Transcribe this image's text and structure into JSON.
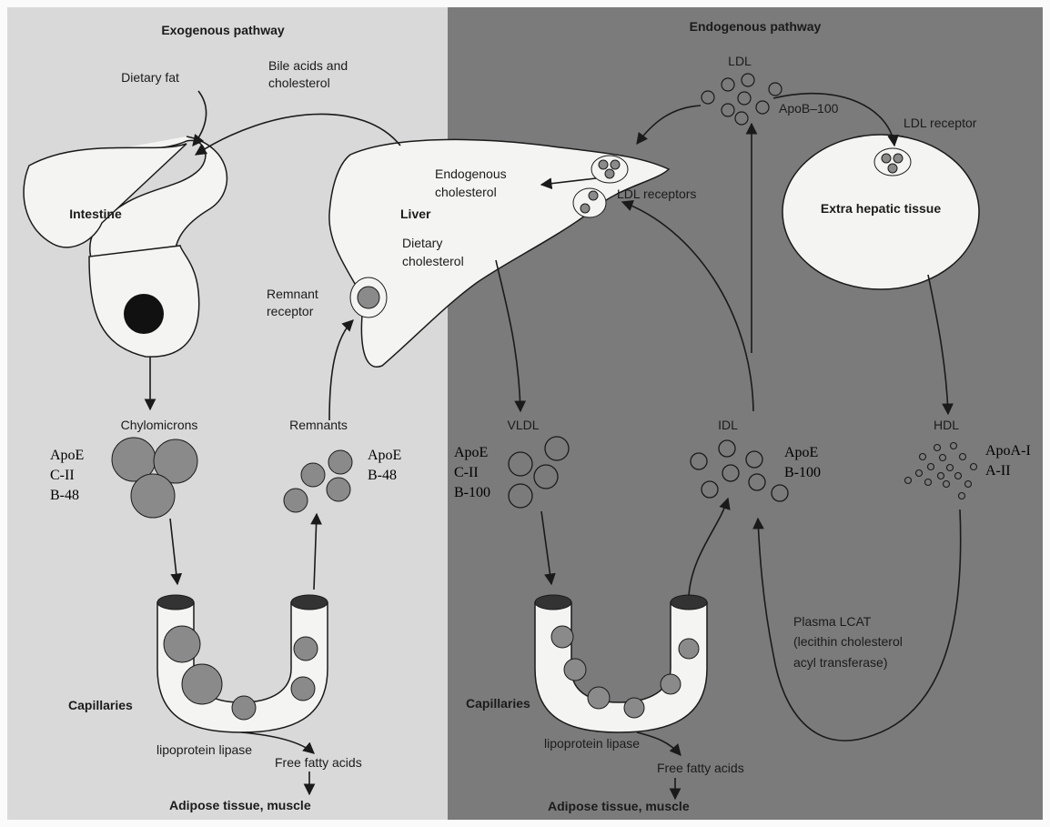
{
  "left_panel": {
    "title": "Exogenous pathway",
    "dietary_fat": "Dietary fat",
    "bile_line1": "Bile acids and",
    "bile_line2": "cholesterol",
    "intestine": "Intestine",
    "chylomicrons": "Chylomicrons",
    "chylo_apo_1": "ApoE",
    "chylo_apo_2": "C-II",
    "chylo_apo_3": "B-48",
    "remnants": "Remnants",
    "remnant_apo_1": "ApoE",
    "remnant_apo_2": "B-48",
    "remnant_receptor_line1": "Remnant",
    "remnant_receptor_line2": "receptor",
    "capillaries": "Capillaries",
    "lipoprotein_lipase": "lipoprotein  lipase",
    "free_fatty_acids": "Free fatty acids",
    "adipose": "Adipose tissue, muscle"
  },
  "liver": {
    "name": "Liver",
    "endogenous_line1": "Endogenous",
    "endogenous_line2": "cholesterol",
    "dietary_line1": "Dietary",
    "dietary_line2": "cholesterol",
    "ldl_receptors": "LDL receptors"
  },
  "right_panel": {
    "title": "Endogenous pathway",
    "ldl": "LDL",
    "ldl_apo": "ApoB–100",
    "ldl_receptor": "LDL receptor",
    "extra_hepatic": "Extra hepatic tissue",
    "vldl": "VLDL",
    "vldl_apo_1": "ApoE",
    "vldl_apo_2": "C-II",
    "vldl_apo_3": "B-100",
    "idl": "IDL",
    "idl_apo_1": "ApoE",
    "idl_apo_2": "B-100",
    "hdl": "HDL",
    "hdl_apo_1": "ApoA-I",
    "hdl_apo_2": "A-II",
    "lcat_line1": "Plasma LCAT",
    "lcat_line2": "(lecithin cholesterol",
    "lcat_line3": "acyl transferase)",
    "capillaries": "Capillaries",
    "lipoprotein_lipase": "lipoprotein  lipase",
    "free_fatty_acids": "Free fatty acids",
    "adipose": "Adipose tissue, muscle"
  },
  "colors": {
    "left_bg": "#d9d9d9",
    "right_bg": "#7b7b7b",
    "organ_fill": "#f4f4f2",
    "particle_fill": "#8a8a8a",
    "outline": "#1a1a1a"
  }
}
